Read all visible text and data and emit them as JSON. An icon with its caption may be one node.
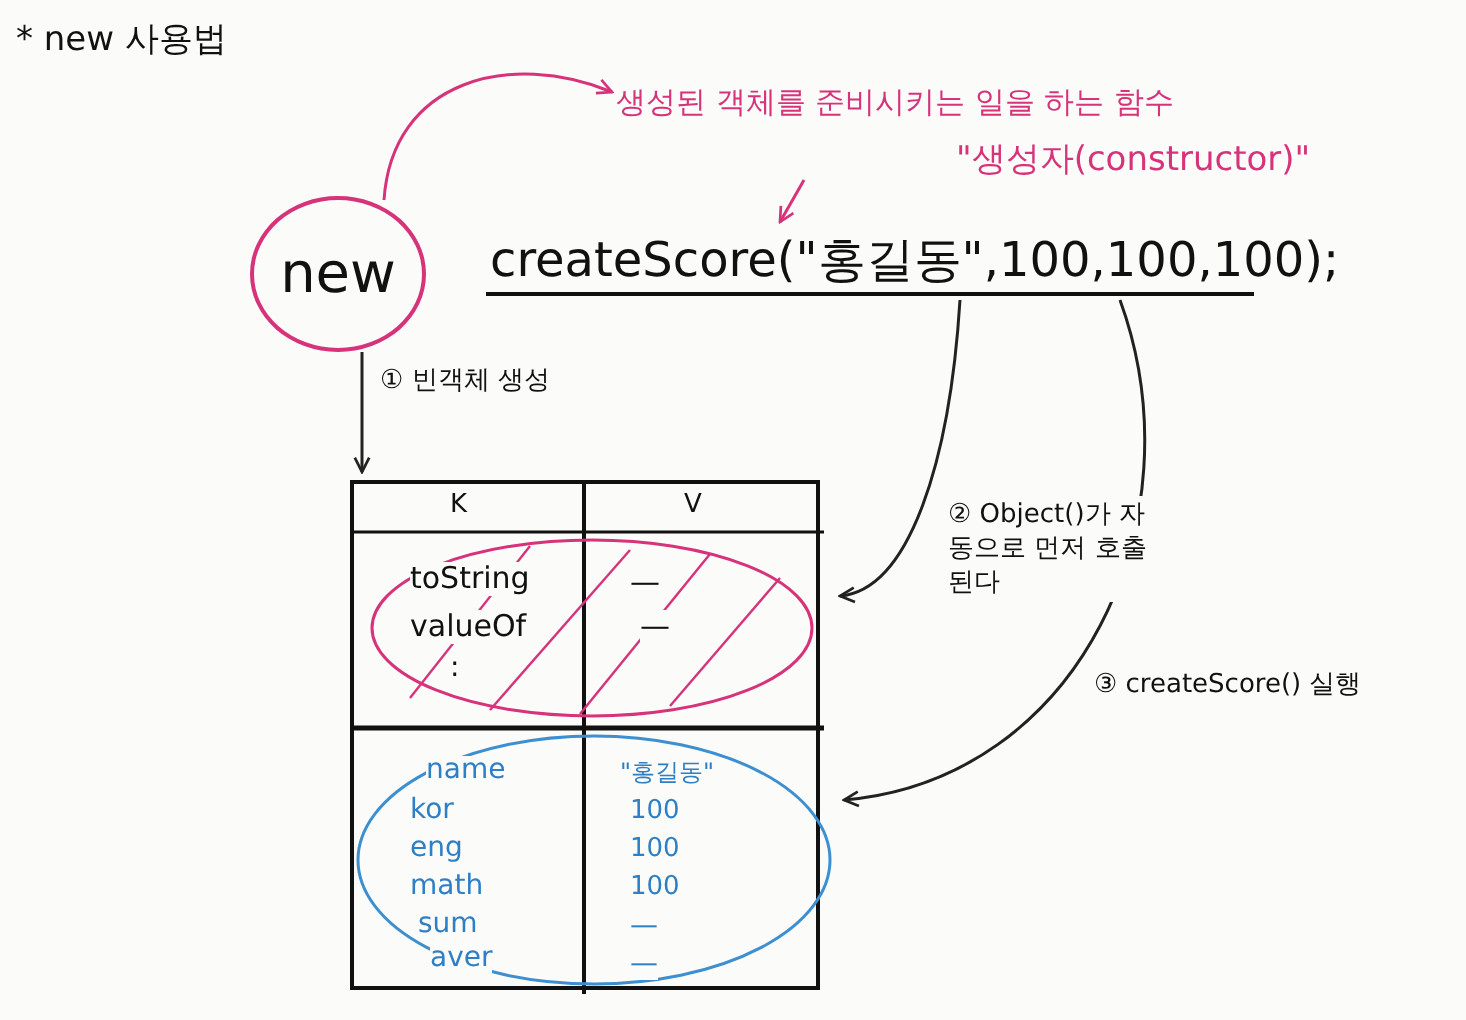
{
  "diagram": {
    "title": "* new 사용법",
    "nodes": [
      {
        "text": [
          "new"
        ]
      },
      {
        "text": [
          "createScore(\"홍길동\",100,100,100);"
        ]
      },
      {
        "text": [
          "생성된 객체를 준비시키는 일을 하는 함수",
          "\"생성자(constructor)\""
        ]
      },
      {
        "text": [
          "K",
          "V"
        ]
      },
      {
        "text": [
          "toString",
          "valueOf",
          ":",
          "—",
          "—"
        ],
        "in": 3
      },
      {
        "text": [
          "name",
          "kor",
          "eng",
          "math",
          "sum",
          "aver",
          "\"홍길동\"",
          "100",
          "100",
          "100",
          "—",
          "—"
        ],
        "in": 3
      }
    ],
    "edges": [
      {
        "from": 0,
        "to": 2,
        "arrow": "to",
        "color": "#d6337a"
      },
      {
        "from": 2,
        "to": 1,
        "arrow": "to",
        "color": "#d6337a"
      },
      {
        "from": 0,
        "to": 3,
        "arrow": "to",
        "label": "① 빈객체 생성"
      },
      {
        "from": 1,
        "to": 4,
        "arrow": "to",
        "label": "② Object()가 자동으로 먼저 호출된다"
      },
      {
        "from": 1,
        "to": 5,
        "arrow": "to",
        "label": "③ createScore() 실행"
      }
    ]
  }
}
